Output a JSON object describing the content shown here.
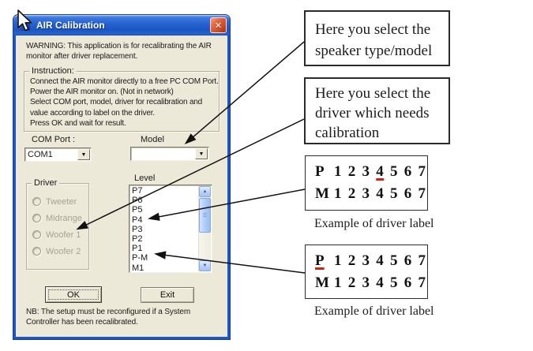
{
  "icons": {
    "close": "✕",
    "dropdown": "▼",
    "scroll_up": "▲",
    "scroll_down": "▼"
  },
  "colors": {
    "title_bar_blue": "#2563D2",
    "dialog_background": "#ECE9D8",
    "close_button_red": "#CE4B24",
    "annotation_underline_red": "#CC2211",
    "disabled_text_gray": "#A6A394",
    "arrow_black": "#111111"
  },
  "window": {
    "title": "AIR Calibration",
    "warning_lines": [
      "WARNING: This application is for recalibrating the AIR",
      "monitor after driver replacement."
    ],
    "instruction": {
      "label": "Instruction:",
      "lines": [
        "Connect the AIR monitor directly to a free PC COM Port.",
        "Power the AIR monitor on. (Not in network)",
        "Select COM port, model, driver for recalibration and",
        "value according to label on the driver.",
        "Press OK and wait for result."
      ]
    },
    "com_port": {
      "label": "COM Port :",
      "value": "COM1"
    },
    "model": {
      "label": "Model",
      "value": ""
    },
    "driver": {
      "label": "Driver",
      "options": [
        "Tweeter",
        "Midrange",
        "Woofer 1",
        "Woofer 2"
      ]
    },
    "level": {
      "label": "Level",
      "items": [
        "P7",
        "P6",
        "P5",
        "P4",
        "P3",
        "P2",
        "P1",
        "P-M",
        "M1"
      ]
    },
    "buttons": {
      "ok": "OK",
      "exit": "Exit"
    },
    "nb_lines": [
      "NB: The setup must be reconfigured if a System",
      "Controller has been recalibrated."
    ]
  },
  "annotations": {
    "model_note": {
      "lines": [
        "Here you select the",
        "speaker type/model"
      ]
    },
    "driver_note": {
      "lines": [
        "Here you select the",
        "driver which needs",
        "calibration"
      ]
    },
    "example1": {
      "p_prefix": "P",
      "p_before": "1 2 3 ",
      "p_marked": "4",
      "p_after": " 5 6 7",
      "m_prefix": "M",
      "m_digits": "1 2 3 4 5 6 7",
      "caption": "Example of driver label"
    },
    "example2": {
      "p_prefix": "P",
      "p_digits": "1 2 3 4 5 6 7",
      "m_prefix": "M",
      "m_digits": "1 2 3 4 5 6 7",
      "caption": "Example of driver label"
    }
  }
}
